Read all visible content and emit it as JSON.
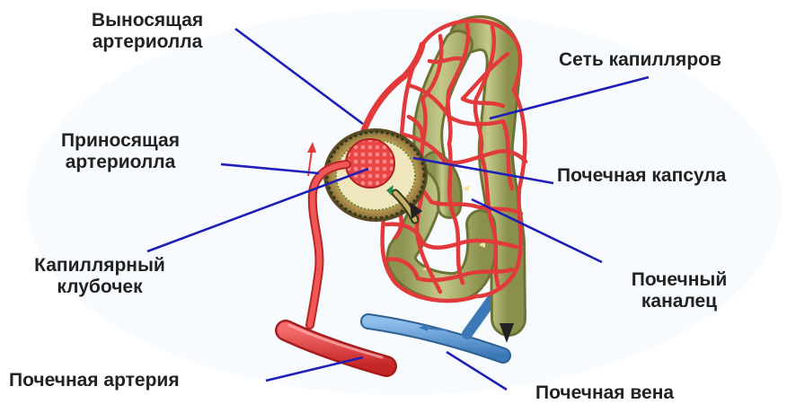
{
  "labels": {
    "efferent": {
      "line1": "Выносящая",
      "line2": "артериолла"
    },
    "afferent": {
      "line1": "Приносящая",
      "line2": "артериолла"
    },
    "glomerulus": {
      "line1": "Капиллярный",
      "line2": "клубочек"
    },
    "artery": "Почечная артерия",
    "capillary_net": "Сеть капилляров",
    "capsule": "Почечная капсула",
    "tubule": {
      "line1": "Почечный",
      "line2": "каналец"
    },
    "vein": "Почечная вена"
  },
  "colors": {
    "text": "#222222",
    "pointer": "#1f1fb8",
    "artery_red": "#e23a3a",
    "vein_blue": "#4a8ccf",
    "tubule_green": "#a7ae6a",
    "capsule_tan": "#c9a65a"
  }
}
